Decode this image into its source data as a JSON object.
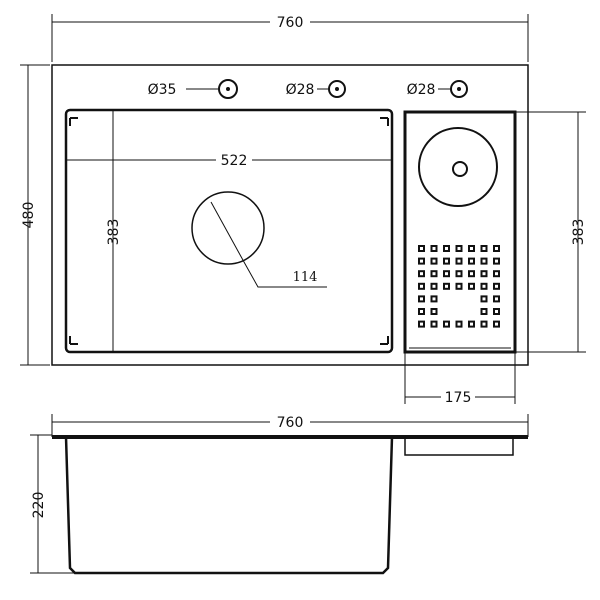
{
  "top_view": {
    "width_label": "760",
    "height_label": "480",
    "bowl_width_label": "522",
    "bowl_depth_label": "383",
    "drain_diameter_label": "114",
    "hole_labels": [
      "Ø35",
      "Ø28",
      "Ø28"
    ],
    "side_compartment_depth_label": "383",
    "side_compartment_width_label": "175"
  },
  "side_view": {
    "width_label": "760",
    "depth_label": "220"
  },
  "colors": {
    "line": "#111111",
    "background": "#ffffff"
  }
}
